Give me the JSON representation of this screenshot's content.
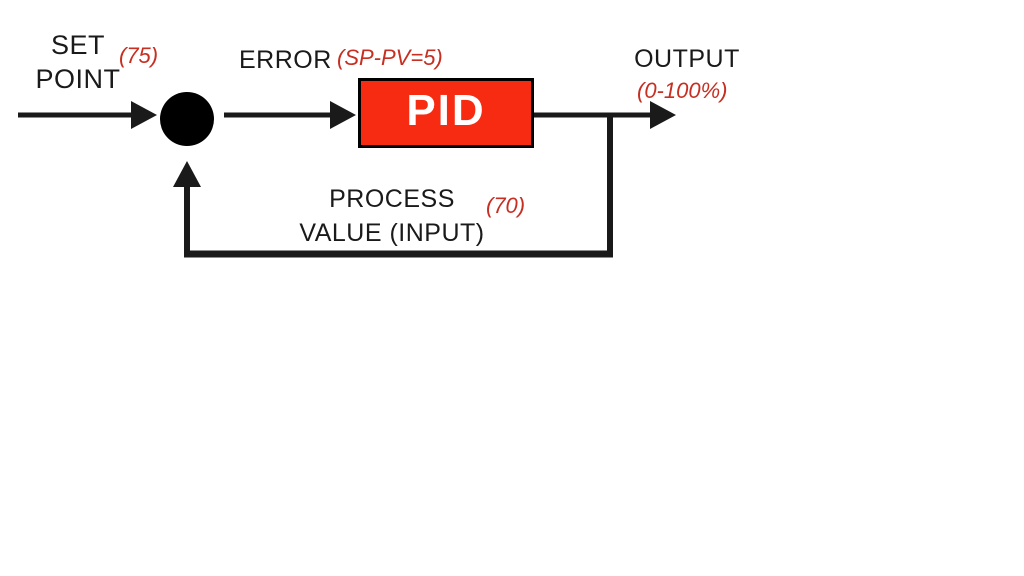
{
  "diagram": {
    "type": "block-diagram",
    "subject": "PID feedback control loop",
    "set_point": {
      "line1": "SET",
      "line2": "POINT",
      "value": "(75)"
    },
    "summing_junction": {
      "shape": "filled-circle"
    },
    "error": {
      "label": "ERROR",
      "value": "(SP-PV=5)"
    },
    "controller": {
      "label": "PID"
    },
    "output": {
      "label": "OUTPUT",
      "value": "(0-100%)"
    },
    "process_value": {
      "line1": "PROCESS",
      "line2": "VALUE (INPUT)",
      "value": "(70)"
    },
    "flow": [
      "SET POINT -> summing junction",
      "summing junction -> PID (ERROR)",
      "PID -> OUTPUT",
      "OUTPUT branch -> feedback -> summing junction (PROCESS VALUE)"
    ],
    "colors": {
      "background": "#ffffff",
      "line_black": "#1a1a1a",
      "box_fill_red": "#f72a12",
      "box_text_white": "#ffffff",
      "annotation_red": "#c62f21"
    }
  }
}
